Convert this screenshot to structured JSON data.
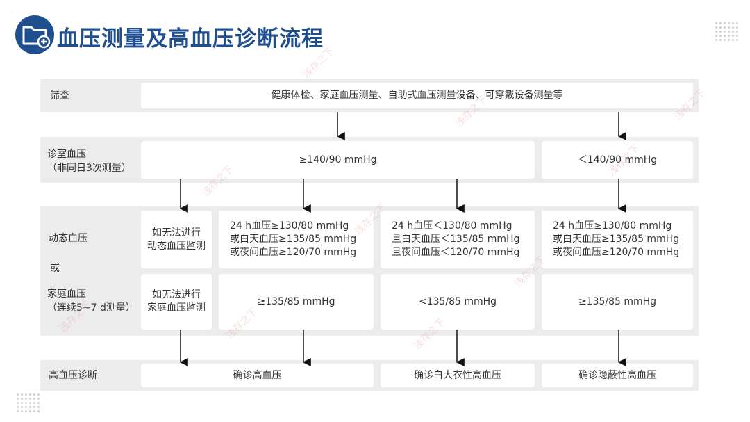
{
  "header": {
    "title": "血压测量及高血压诊断流程"
  },
  "rows": {
    "screening": {
      "label": "筛查",
      "box": "健康体检、家庭血压测量、自助式血压测量设备、可穿戴设备测量等"
    },
    "office": {
      "label_line1": "诊室血压",
      "label_line2": "（非同日3次测量）",
      "high": "≥140/90 mmHg",
      "low": "＜140/90 mmHg"
    },
    "ambulatory": {
      "label_abpm": "动态血压",
      "label_or": "或",
      "label_home_line1": "家庭血压",
      "label_home_line2": "（连续5~7 d测量）",
      "no_abpm": [
        "如无法进行",
        "动态血压监测"
      ],
      "no_home": [
        "如无法进行",
        "家庭血压监测"
      ],
      "abpm_col1": [
        "24 h血压≥130/80 mmHg",
        "或白天血压≥135/85 mmHg",
        "或夜间血压≥120/70 mmHg"
      ],
      "abpm_col2": [
        "24 h血压＜130/80 mmHg",
        "且白天血压＜135/85 mmHg",
        "且夜间血压＜120/70 mmHg"
      ],
      "abpm_col3": [
        "24 h血压≥130/80 mmHg",
        "或白天血压≥135/85 mmHg",
        "或夜间血压≥120/70 mmHg"
      ],
      "home_col1": "≥135/85 mmHg",
      "home_col2": "<135/85 mmHg",
      "home_col3": "≥135/85 mmHg"
    },
    "diagnosis": {
      "label": "高血压诊断",
      "confirm_htn": "确诊高血压",
      "confirm_white_coat": "确诊白大衣性高血压",
      "confirm_masked": "确诊隐蔽性高血压"
    }
  },
  "watermark": "浅存之下",
  "icons": {
    "header": "folder-add-icon"
  },
  "colors": {
    "accent": "#1f4f8f",
    "band": "#ececec"
  }
}
